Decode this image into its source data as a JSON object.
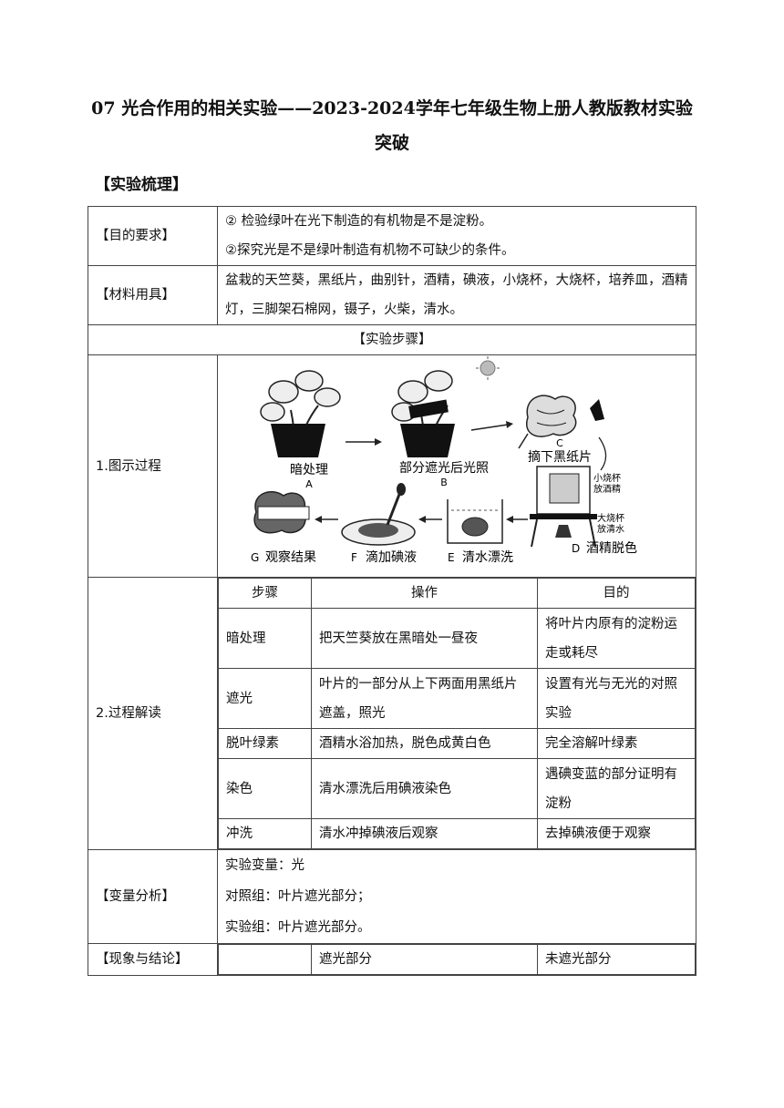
{
  "title": "07 光合作用的相关实验——2023-2024学年七年级生物上册人教版教材实验突破",
  "section_heading": "【实验梳理】",
  "purpose": {
    "label": "【目的要求】",
    "lines": [
      "② 检验绿叶在光下制造的有机物是不是淀粉。",
      "②探究光是不是绿叶制造有机物不可缺少的条件。"
    ]
  },
  "materials": {
    "label": "【材料用具】",
    "text": "盆栽的天竺葵，黑纸片，曲别针，酒精，碘液，小烧杯，大烧杯，培养皿，酒精灯，三脚架石棉网，镊子，火柴，清水。"
  },
  "steps_heading": "【实验步骤】",
  "diagram": {
    "label": "1.图示过程",
    "captions": {
      "a": "暗处理",
      "a_letter": "A",
      "b": "部分遮光后光照",
      "b_letter": "B",
      "c_letter": "C",
      "c": "摘下黑纸片",
      "small_beaker_1": "小烧杯",
      "small_beaker_2": "放酒精",
      "big_beaker_1": "大烧杯",
      "big_beaker_2": "放清水",
      "d_letter": "D",
      "d": "酒精脱色",
      "e_letter": "E",
      "e": "清水漂洗",
      "f_letter": "F",
      "f": "滴加碘液",
      "g_letter": "G",
      "g": "观察结果"
    }
  },
  "process": {
    "label": "2.过程解读",
    "headers": [
      "步骤",
      "操作",
      "目的"
    ],
    "rows": [
      {
        "step": "暗处理",
        "op": "把天竺葵放在黑暗处一昼夜",
        "purpose": "将叶片内原有的淀粉运走或耗尽"
      },
      {
        "step": "遮光",
        "op": "叶片的一部分从上下两面用黑纸片遮盖，照光",
        "purpose": "设置有光与无光的对照实验"
      },
      {
        "step": "脱叶绿素",
        "op": "酒精水浴加热，脱色成黄白色",
        "purpose": "完全溶解叶绿素"
      },
      {
        "step": "染色",
        "op": "清水漂洗后用碘液染色",
        "purpose": "遇碘变蓝的部分证明有淀粉"
      },
      {
        "step": "冲洗",
        "op": "清水冲掉碘液后观察",
        "purpose": "去掉碘液便于观察"
      }
    ]
  },
  "variables": {
    "label": "【变量分析】",
    "lines": [
      "实验变量：光",
      "对照组：叶片遮光部分；",
      "实验组：叶片遮光部分。"
    ]
  },
  "conclusion": {
    "label": "【现象与结论】",
    "cols": [
      "遮光部分",
      "未遮光部分"
    ]
  }
}
